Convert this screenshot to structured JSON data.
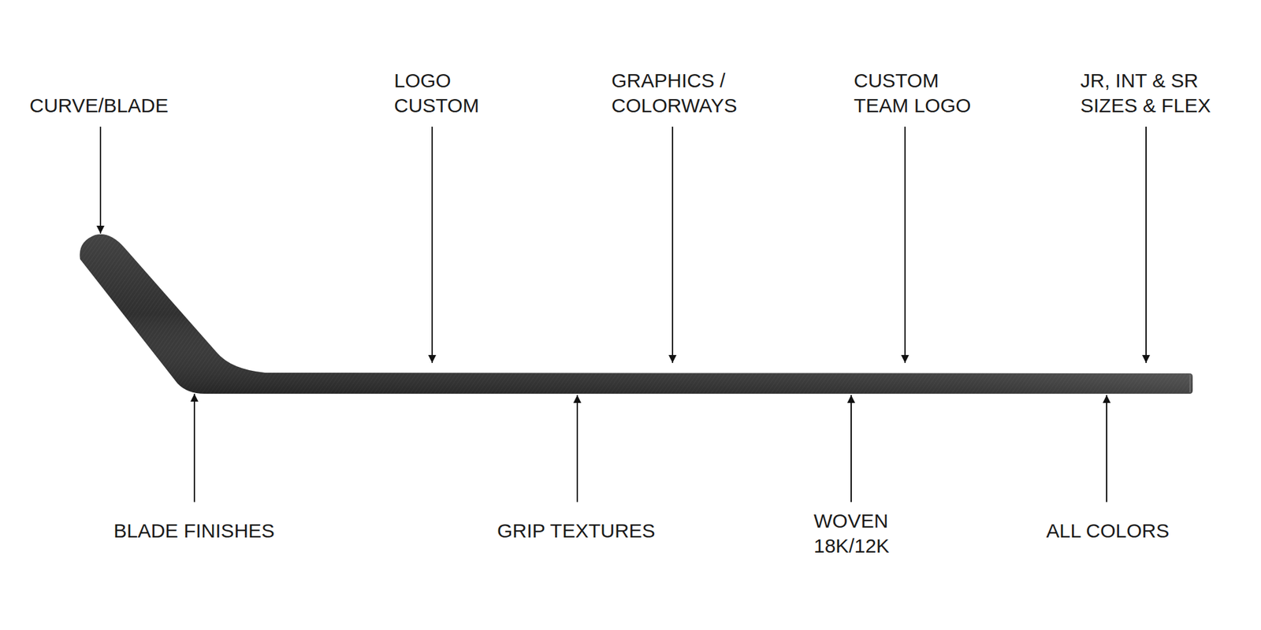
{
  "diagram": {
    "labels": [
      "CURVE/BLADE",
      "LOGO CUSTOM",
      "GRAPHICS / COLORWAYS",
      "CUSTOM TEAM LOGO",
      "JR, INT & SR SIZES & FLEX",
      "BLADE FINISHES",
      "GRIP TEXTURES",
      "WOVEN 18K/12K",
      "ALL COLORS"
    ]
  }
}
